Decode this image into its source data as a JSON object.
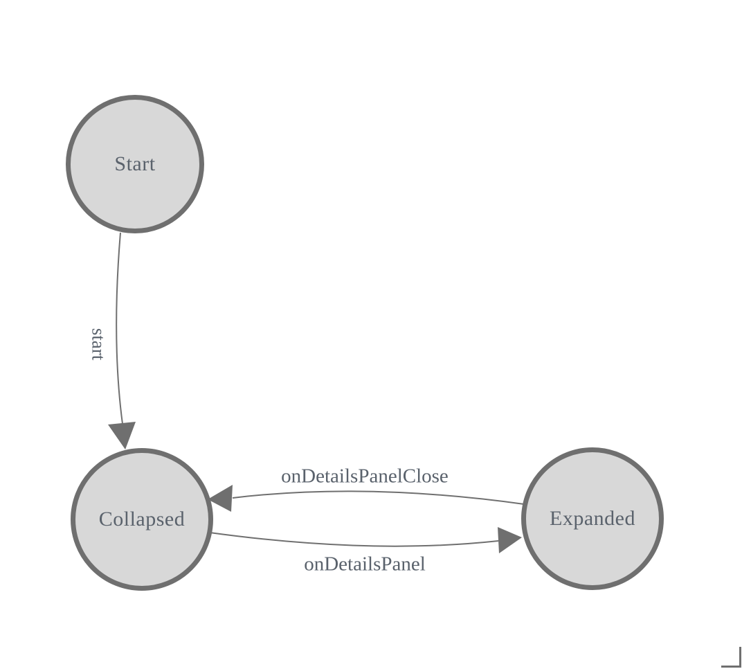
{
  "diagram": {
    "background_color": "#ffffff",
    "node_fill_color": "#d8d8d8",
    "node_border_color": "#6f6f6f",
    "edge_color": "#6f6f6f",
    "text_color": "#5a626c",
    "nodes": [
      {
        "id": "start",
        "label": "Start"
      },
      {
        "id": "collapsed",
        "label": "Collapsed"
      },
      {
        "id": "expanded",
        "label": "Expanded"
      }
    ],
    "edges": [
      {
        "from": "Start",
        "to": "Collapsed",
        "label": "start",
        "label_orientation": "vertical"
      },
      {
        "from": "Expanded",
        "to": "Collapsed",
        "label": "onDetailsPanelClose",
        "label_orientation": "horizontal"
      },
      {
        "from": "Collapsed",
        "to": "Expanded",
        "label": "onDetailsPanel",
        "label_orientation": "horizontal"
      }
    ]
  }
}
